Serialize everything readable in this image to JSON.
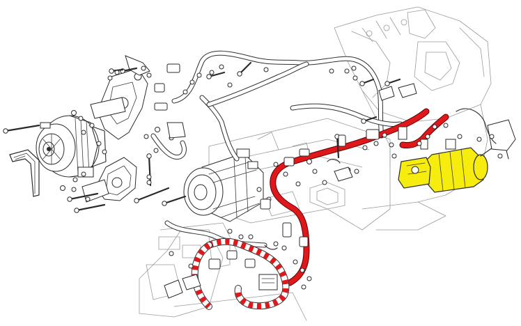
{
  "diagram": {
    "highlight_color": "#e0181b",
    "starter_color": "#f6ec0e",
    "stripe_color": "#e0181b",
    "components": [
      "alternator",
      "alternator-belt",
      "mounting-bracket",
      "ac-compressor",
      "engine-block",
      "transmission-housing",
      "starter-motor",
      "battery-cable",
      "ground-cable",
      "wiring-harness",
      "fasteners"
    ]
  }
}
